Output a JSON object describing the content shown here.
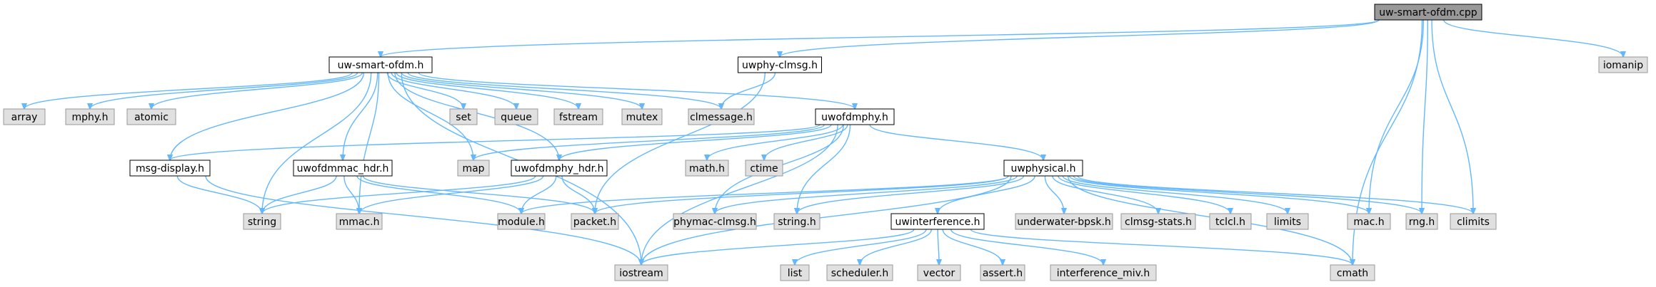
{
  "diagram": {
    "title": "",
    "colors": {
      "edge": "#63b8ff",
      "root_fill": "#999999",
      "doc_fill": "#ffffff",
      "doc_border": "#000000",
      "ext_fill": "#e0e0e0",
      "ext_border": "#999999"
    },
    "nodes": [
      {
        "id": "root",
        "label": "uw-smart-ofdm.cpp",
        "kind": "root"
      },
      {
        "id": "uwsmartofdm_h",
        "label": "uw-smart-ofdm.h",
        "kind": "doc"
      },
      {
        "id": "uwphy_clmsg",
        "label": "uwphy-clmsg.h",
        "kind": "doc"
      },
      {
        "id": "iomanip",
        "label": "iomanip",
        "kind": "ext"
      },
      {
        "id": "array",
        "label": "array",
        "kind": "ext"
      },
      {
        "id": "mphy",
        "label": "mphy.h",
        "kind": "ext"
      },
      {
        "id": "atomic",
        "label": "atomic",
        "kind": "ext"
      },
      {
        "id": "set",
        "label": "set",
        "kind": "ext"
      },
      {
        "id": "queue",
        "label": "queue",
        "kind": "ext"
      },
      {
        "id": "fstream",
        "label": "fstream",
        "kind": "ext"
      },
      {
        "id": "mutex",
        "label": "mutex",
        "kind": "ext"
      },
      {
        "id": "clmessage",
        "label": "clmessage.h",
        "kind": "ext"
      },
      {
        "id": "uwofdmphy",
        "label": "uwofdmphy.h",
        "kind": "doc"
      },
      {
        "id": "msgdisplay",
        "label": "msg-display.h",
        "kind": "doc"
      },
      {
        "id": "uwofdmmac_hdr",
        "label": "uwofdmmac_hdr.h",
        "kind": "doc"
      },
      {
        "id": "map",
        "label": "map",
        "kind": "ext"
      },
      {
        "id": "uwofdmphy_hdr",
        "label": "uwofdmphy_hdr.h",
        "kind": "doc"
      },
      {
        "id": "mathh",
        "label": "math.h",
        "kind": "ext"
      },
      {
        "id": "ctime",
        "label": "ctime",
        "kind": "ext"
      },
      {
        "id": "uwphysical",
        "label": "uwphysical.h",
        "kind": "doc"
      },
      {
        "id": "string",
        "label": "string",
        "kind": "ext"
      },
      {
        "id": "mmac",
        "label": "mmac.h",
        "kind": "ext"
      },
      {
        "id": "module",
        "label": "module.h",
        "kind": "ext"
      },
      {
        "id": "packet",
        "label": "packet.h",
        "kind": "ext"
      },
      {
        "id": "phymac_clmsg",
        "label": "phymac-clmsg.h",
        "kind": "ext"
      },
      {
        "id": "stringh",
        "label": "string.h",
        "kind": "ext"
      },
      {
        "id": "uwinterference",
        "label": "uwinterference.h",
        "kind": "doc"
      },
      {
        "id": "underwater_bpsk",
        "label": "underwater-bpsk.h",
        "kind": "ext"
      },
      {
        "id": "clmsg_stats",
        "label": "clmsg-stats.h",
        "kind": "ext"
      },
      {
        "id": "tclcl",
        "label": "tclcl.h",
        "kind": "ext"
      },
      {
        "id": "limits",
        "label": "limits",
        "kind": "ext"
      },
      {
        "id": "mac",
        "label": "mac.h",
        "kind": "ext"
      },
      {
        "id": "rng",
        "label": "rng.h",
        "kind": "ext"
      },
      {
        "id": "climits",
        "label": "climits",
        "kind": "ext"
      },
      {
        "id": "iostream",
        "label": "iostream",
        "kind": "ext"
      },
      {
        "id": "list",
        "label": "list",
        "kind": "ext"
      },
      {
        "id": "scheduler",
        "label": "scheduler.h",
        "kind": "ext"
      },
      {
        "id": "vector",
        "label": "vector",
        "kind": "ext"
      },
      {
        "id": "asserth",
        "label": "assert.h",
        "kind": "ext"
      },
      {
        "id": "interference_miv",
        "label": "interference_miv.h",
        "kind": "ext"
      },
      {
        "id": "cmath",
        "label": "cmath",
        "kind": "ext"
      }
    ],
    "edges": [
      [
        "root",
        "uwsmartofdm_h"
      ],
      [
        "root",
        "uwphy_clmsg"
      ],
      [
        "root",
        "iomanip"
      ],
      [
        "root",
        "mac"
      ],
      [
        "root",
        "rng"
      ],
      [
        "root",
        "climits"
      ],
      [
        "root",
        "cmath"
      ],
      [
        "uwsmartofdm_h",
        "array"
      ],
      [
        "uwsmartofdm_h",
        "mphy"
      ],
      [
        "uwsmartofdm_h",
        "atomic"
      ],
      [
        "uwsmartofdm_h",
        "set"
      ],
      [
        "uwsmartofdm_h",
        "queue"
      ],
      [
        "uwsmartofdm_h",
        "fstream"
      ],
      [
        "uwsmartofdm_h",
        "mutex"
      ],
      [
        "uwsmartofdm_h",
        "clmessage"
      ],
      [
        "uwsmartofdm_h",
        "uwofdmphy"
      ],
      [
        "uwsmartofdm_h",
        "msgdisplay"
      ],
      [
        "uwsmartofdm_h",
        "string"
      ],
      [
        "uwsmartofdm_h",
        "mmac"
      ],
      [
        "uwsmartofdm_h",
        "uwofdmmac_hdr"
      ],
      [
        "uwsmartofdm_h",
        "map"
      ],
      [
        "uwsmartofdm_h",
        "uwofdmphy_hdr"
      ],
      [
        "uwsmartofdm_h",
        "iostream"
      ],
      [
        "uwphy_clmsg",
        "clmessage"
      ],
      [
        "uwphy_clmsg",
        "packet"
      ],
      [
        "uwofdmphy",
        "msgdisplay"
      ],
      [
        "uwofdmphy",
        "map"
      ],
      [
        "uwofdmphy",
        "uwofdmphy_hdr"
      ],
      [
        "uwofdmphy",
        "mathh"
      ],
      [
        "uwofdmphy",
        "ctime"
      ],
      [
        "uwofdmphy",
        "uwphysical"
      ],
      [
        "uwofdmphy",
        "iostream"
      ],
      [
        "uwofdmphy",
        "phymac_clmsg"
      ],
      [
        "uwofdmphy",
        "stringh"
      ],
      [
        "msgdisplay",
        "string"
      ],
      [
        "msgdisplay",
        "iostream"
      ],
      [
        "uwofdmmac_hdr",
        "string"
      ],
      [
        "uwofdmmac_hdr",
        "mmac"
      ],
      [
        "uwofdmmac_hdr",
        "module"
      ],
      [
        "uwofdmmac_hdr",
        "packet"
      ],
      [
        "uwofdmphy_hdr",
        "string"
      ],
      [
        "uwofdmphy_hdr",
        "mmac"
      ],
      [
        "uwofdmphy_hdr",
        "module"
      ],
      [
        "uwofdmphy_hdr",
        "packet"
      ],
      [
        "uwphysical",
        "module"
      ],
      [
        "uwphysical",
        "packet"
      ],
      [
        "uwphysical",
        "phymac_clmsg"
      ],
      [
        "uwphysical",
        "stringh"
      ],
      [
        "uwphysical",
        "uwinterference"
      ],
      [
        "uwphysical",
        "underwater_bpsk"
      ],
      [
        "uwphysical",
        "clmsg_stats"
      ],
      [
        "uwphysical",
        "tclcl"
      ],
      [
        "uwphysical",
        "limits"
      ],
      [
        "uwphysical",
        "mac"
      ],
      [
        "uwphysical",
        "rng"
      ],
      [
        "uwphysical",
        "climits"
      ],
      [
        "uwphysical",
        "cmath"
      ],
      [
        "uwphysical",
        "iostream"
      ],
      [
        "uwinterference",
        "iostream"
      ],
      [
        "uwinterference",
        "list"
      ],
      [
        "uwinterference",
        "scheduler"
      ],
      [
        "uwinterference",
        "vector"
      ],
      [
        "uwinterference",
        "asserth"
      ],
      [
        "uwinterference",
        "interference_miv"
      ],
      [
        "uwinterference",
        "cmath"
      ]
    ]
  }
}
